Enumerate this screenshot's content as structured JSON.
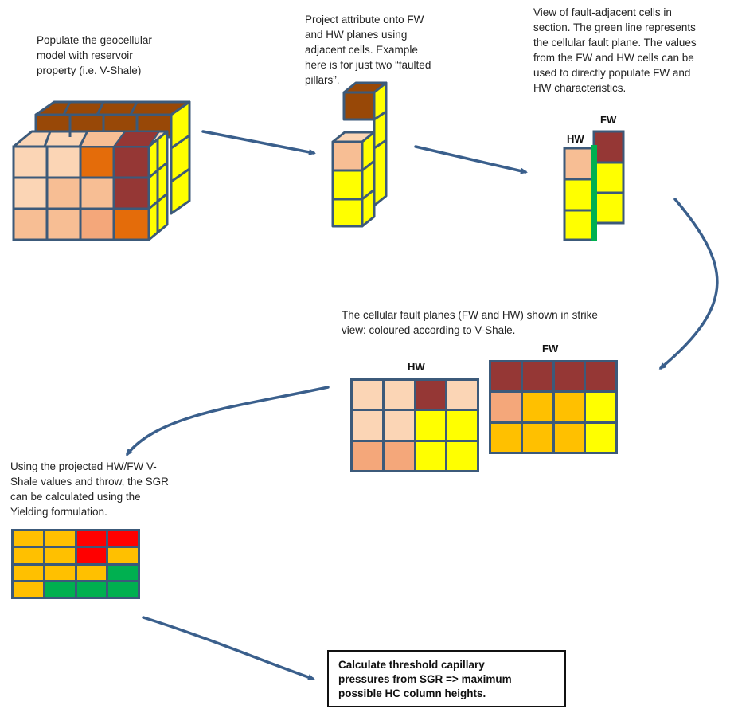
{
  "captions": {
    "step1": "Populate the geocellular\nmodel with reservoir\nproperty (i.e. V-Shale)",
    "step2": "Project attribute onto FW\nand HW planes using\nadjacent cells. Example\nhere is for just two “faulted\npillars”.",
    "step3": "View of fault-adjacent cells in\nsection. The green line represents\nthe cellular fault plane. The values\nfrom the FW and HW cells can be\nused to directly populate FW and\nHW characteristics.",
    "step4": "The cellular fault planes (FW and HW) shown in strike\nview: coloured according to V-Shale.",
    "step5": "Using the projected HW/FW V-\nShale values and throw, the SGR\ncan be calculated using the\nYielding formulation.",
    "final": "Calculate threshold capillary\npressures from SGR => maximum\npossible HC column heights."
  },
  "labels": {
    "section_fw": "FW",
    "section_hw": "HW",
    "strike_hw": "HW",
    "strike_fw": "FW"
  },
  "colors": {
    "grid_line": "#3c5a7a",
    "arrow": "#3a5f8c",
    "light_peach": "#fbd5b5",
    "peach": "#f7be94",
    "tan": "#f4a77a",
    "orange": "#e46c0a",
    "dark_red": "#953735",
    "brown": "#984807",
    "yellow": "#ffff00",
    "amber": "#ffc000",
    "red": "#ff0000",
    "green": "#00b050",
    "fault_green": "#00b050"
  },
  "strike_hw_grid": [
    [
      "light_peach",
      "light_peach",
      "dark_red",
      "light_peach"
    ],
    [
      "light_peach",
      "light_peach",
      "yellow",
      "yellow"
    ],
    [
      "tan",
      "tan",
      "yellow",
      "yellow"
    ]
  ],
  "strike_fw_grid": [
    [
      "dark_red",
      "dark_red",
      "dark_red",
      "dark_red"
    ],
    [
      "tan",
      "amber",
      "amber",
      "yellow"
    ],
    [
      "amber",
      "amber",
      "amber",
      "yellow"
    ]
  ],
  "sgr_grid": [
    [
      "amber",
      "amber",
      "red",
      "red"
    ],
    [
      "amber",
      "amber",
      "red",
      "amber"
    ],
    [
      "amber",
      "amber",
      "amber",
      "green"
    ],
    [
      "amber",
      "green",
      "green",
      "green"
    ]
  ]
}
